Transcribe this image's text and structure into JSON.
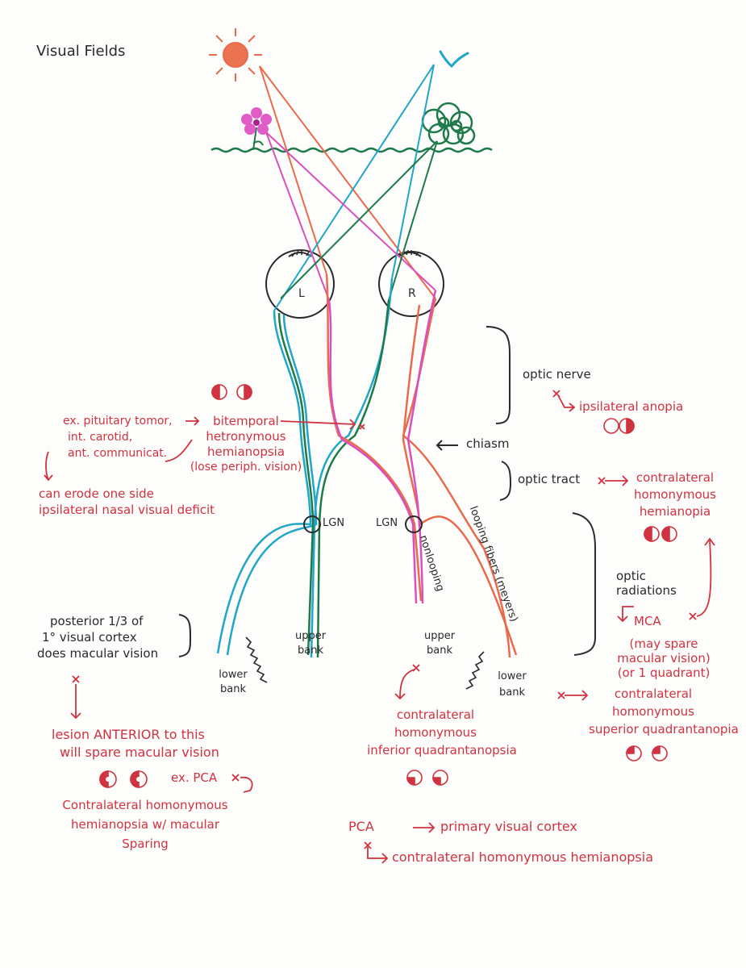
{
  "title": "Visual Fields",
  "eyes": {
    "left": "L",
    "right": "R"
  },
  "lgn": {
    "left": "LGN",
    "right": "LGN"
  },
  "anatomy": {
    "optic_nerve": "optic nerve",
    "chiasm": "chiasm",
    "optic_tract": "optic tract",
    "optic_radiations": [
      "optic",
      "radiations"
    ],
    "upper_bank": [
      "upper",
      "bank"
    ],
    "lower_bank": [
      "lower",
      "bank"
    ],
    "nonlooping": "nonlooping",
    "looping_fibers": "looping fibers (meyers)"
  },
  "lesions": {
    "optic_nerve": "ipsilateral anopia",
    "chiasm": [
      "bitemporal",
      "hetronymous",
      "hemianopsia",
      "(lose periph. vision)"
    ],
    "chiasm_causes": [
      "ex. pituitary tomor,",
      "int. carotid,",
      "ant. communicat."
    ],
    "chiasm_erosion": [
      "can erode one side",
      "ipsilateral nasal visual deficit"
    ],
    "optic_tract": [
      "contralateral",
      "homonymous",
      "hemianopia"
    ],
    "mca": "MCA",
    "mca_note": [
      "(may spare",
      "macular vision)",
      "(or 1 quadrant)"
    ],
    "meyer": [
      "contralateral",
      "homonymous",
      "superior quadrantanopia"
    ],
    "upper_bank": [
      "contralateral",
      "homonymous",
      "inferior quadrantanopsia"
    ],
    "posterior_cortex": [
      "posterior 1/3 of",
      "1° visual cortex",
      "does macular vision"
    ],
    "anterior": [
      "lesion ANTERIOR to this",
      "will spare macular vision"
    ],
    "pca_example": "ex. PCA",
    "pca_result": [
      "Contralateral homonymous",
      "hemianopsia w/ macular",
      "Sparing"
    ],
    "pca_line1": "PCA",
    "pca_line1_target": "primary visual cortex",
    "pca_line2": "contralateral homonymous hemianopsia"
  },
  "colors": {
    "ink": "#2a2a2a",
    "red_ink": "#d1323f",
    "orange": "#ea6a4c",
    "cyan": "#1fa6c9",
    "green": "#1e7a4a",
    "magenta": "#d94fc0",
    "grass": "#1e7a4a"
  }
}
